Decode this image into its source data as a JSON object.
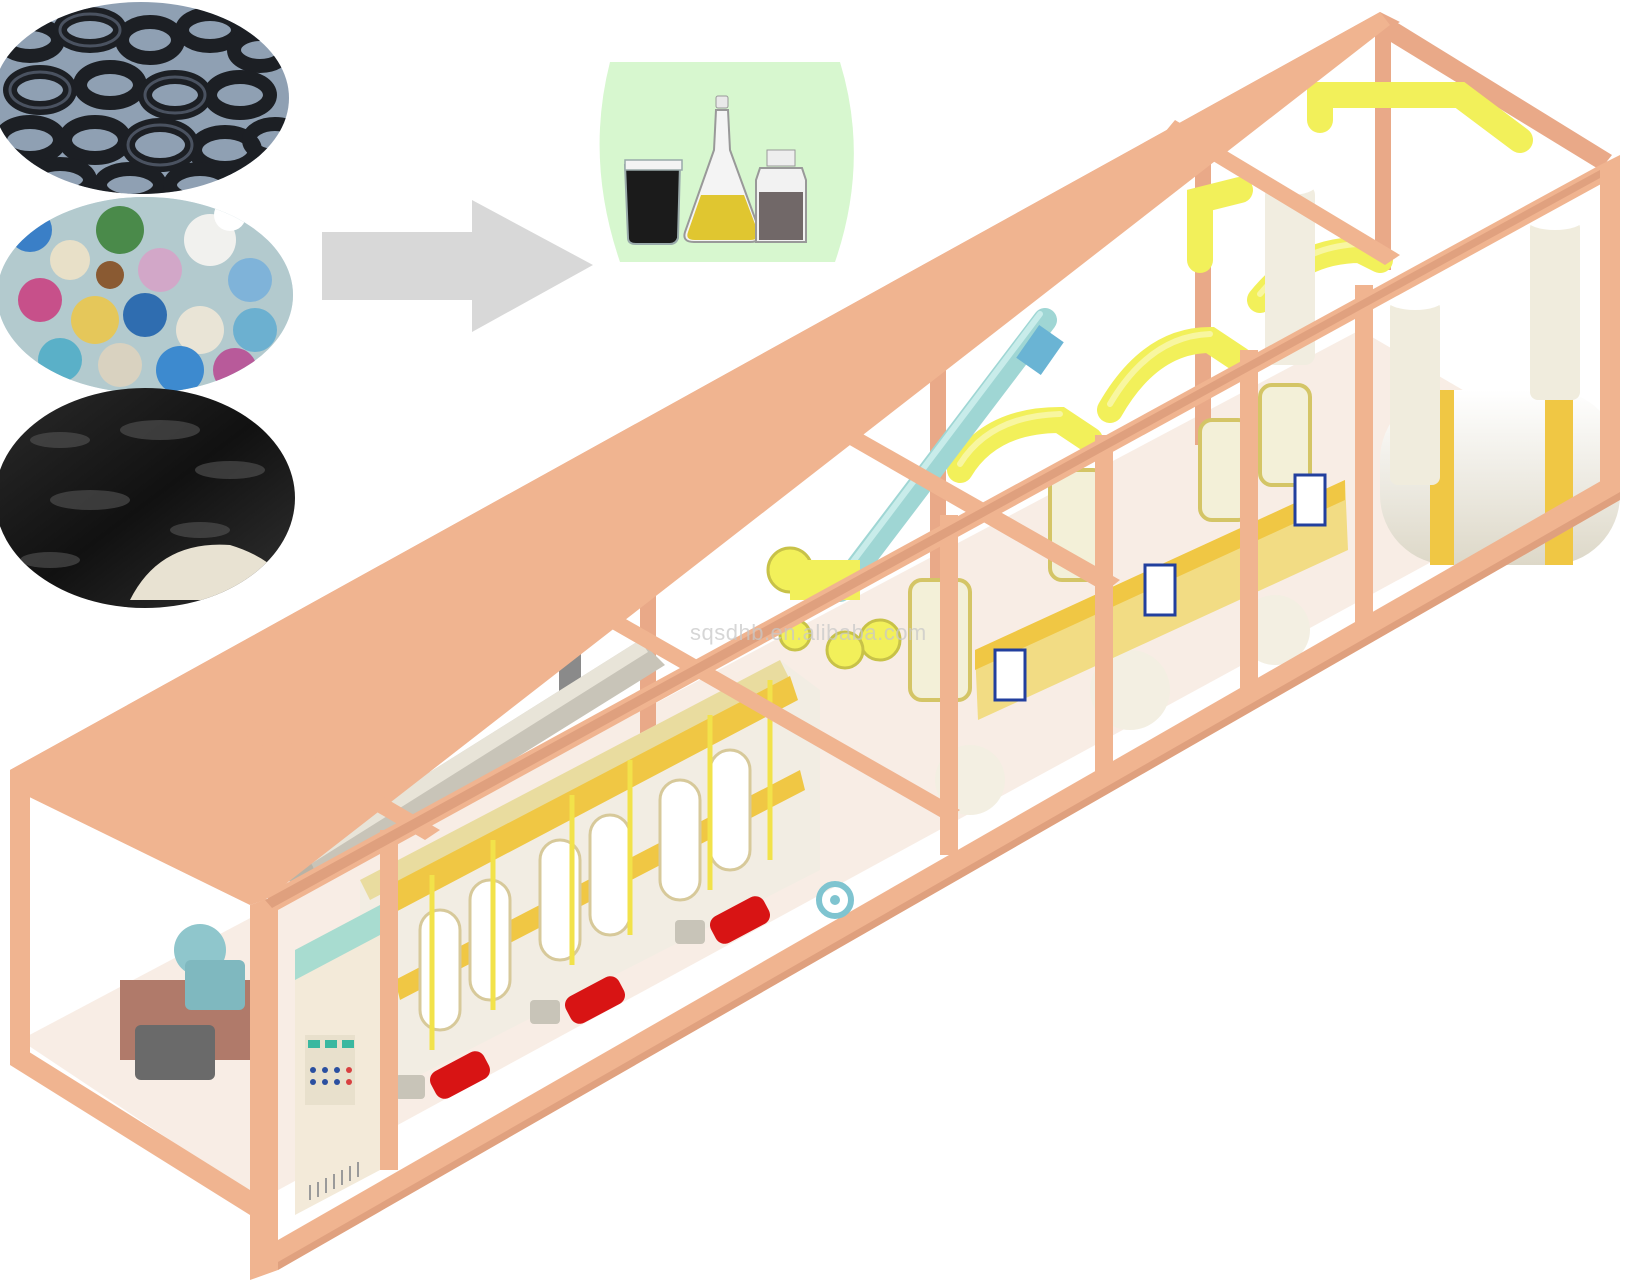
{
  "watermark": "sqsdhb.en.alibaba.com",
  "inputs": [
    {
      "name": "waste-tires-photo"
    },
    {
      "name": "waste-plastic-photo"
    },
    {
      "name": "oil-sludge-photo"
    }
  ],
  "outputs": [
    {
      "name": "fuel-oil-beaker"
    },
    {
      "name": "oil-flask"
    },
    {
      "name": "diesel-bottle"
    }
  ],
  "colors": {
    "frame": "#f0b490",
    "frame_dark": "#d99877",
    "pipe_yellow": "#f2f05a",
    "pipe_teal": "#9fd6d4",
    "burner_red": "#d81414",
    "arrow_gray": "#d8d8d8",
    "output_bg": "#d7f7cf",
    "tank_white": "#f2efe2",
    "panel_cream": "#f3ead9"
  }
}
